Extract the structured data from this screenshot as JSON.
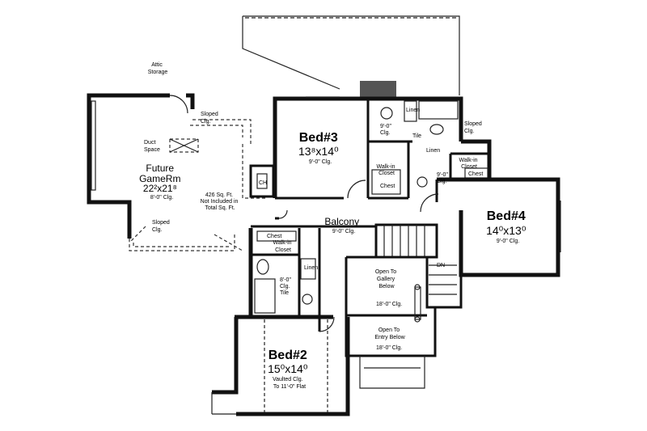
{
  "labels": {
    "attic": [
      "Attic",
      "Storage"
    ],
    "sloped_clg": [
      "Sloped",
      "Clg."
    ],
    "duct_space": [
      "Duct",
      "Space"
    ],
    "future_game": {
      "name1": "Future",
      "name2": "GameRm",
      "dim": "22²x21⁸",
      "clg": "8'-0\" Clg."
    },
    "sqft_note": [
      "426 Sq. Ft.",
      "Not Included in",
      "Total Sq. Ft."
    ],
    "bed3": {
      "name": "Bed#3",
      "dim": "13⁸x14⁰",
      "clg": "9'-0\" Clg."
    },
    "bed4": {
      "name": "Bed#4",
      "dim": "14⁰x13⁰",
      "clg": "9'-0\" Clg."
    },
    "bed2": {
      "name": "Bed#2",
      "dim": "15⁰x14⁰",
      "clg1": "Vaulted Clg.",
      "clg2": "To 11'-0\" Flat"
    },
    "balcony": {
      "name": "Balcony",
      "clg": "9'-0\" Clg."
    },
    "walkin": [
      "Walk-in",
      "Closet"
    ],
    "chest": "Chest",
    "linen": "Linen",
    "tile": "Tile",
    "nine_clg": [
      "9'-0\"",
      "Clg."
    ],
    "eight_clg_tile": [
      "8'-0\"",
      "Clg.",
      "Tile"
    ],
    "gallery": [
      "Open To",
      "Gallery",
      "Below"
    ],
    "entry": [
      "Open To",
      "Entry Below"
    ],
    "eighteen_clg": "18'-0\" Clg.",
    "dn": "DN",
    "ch": "CH"
  }
}
